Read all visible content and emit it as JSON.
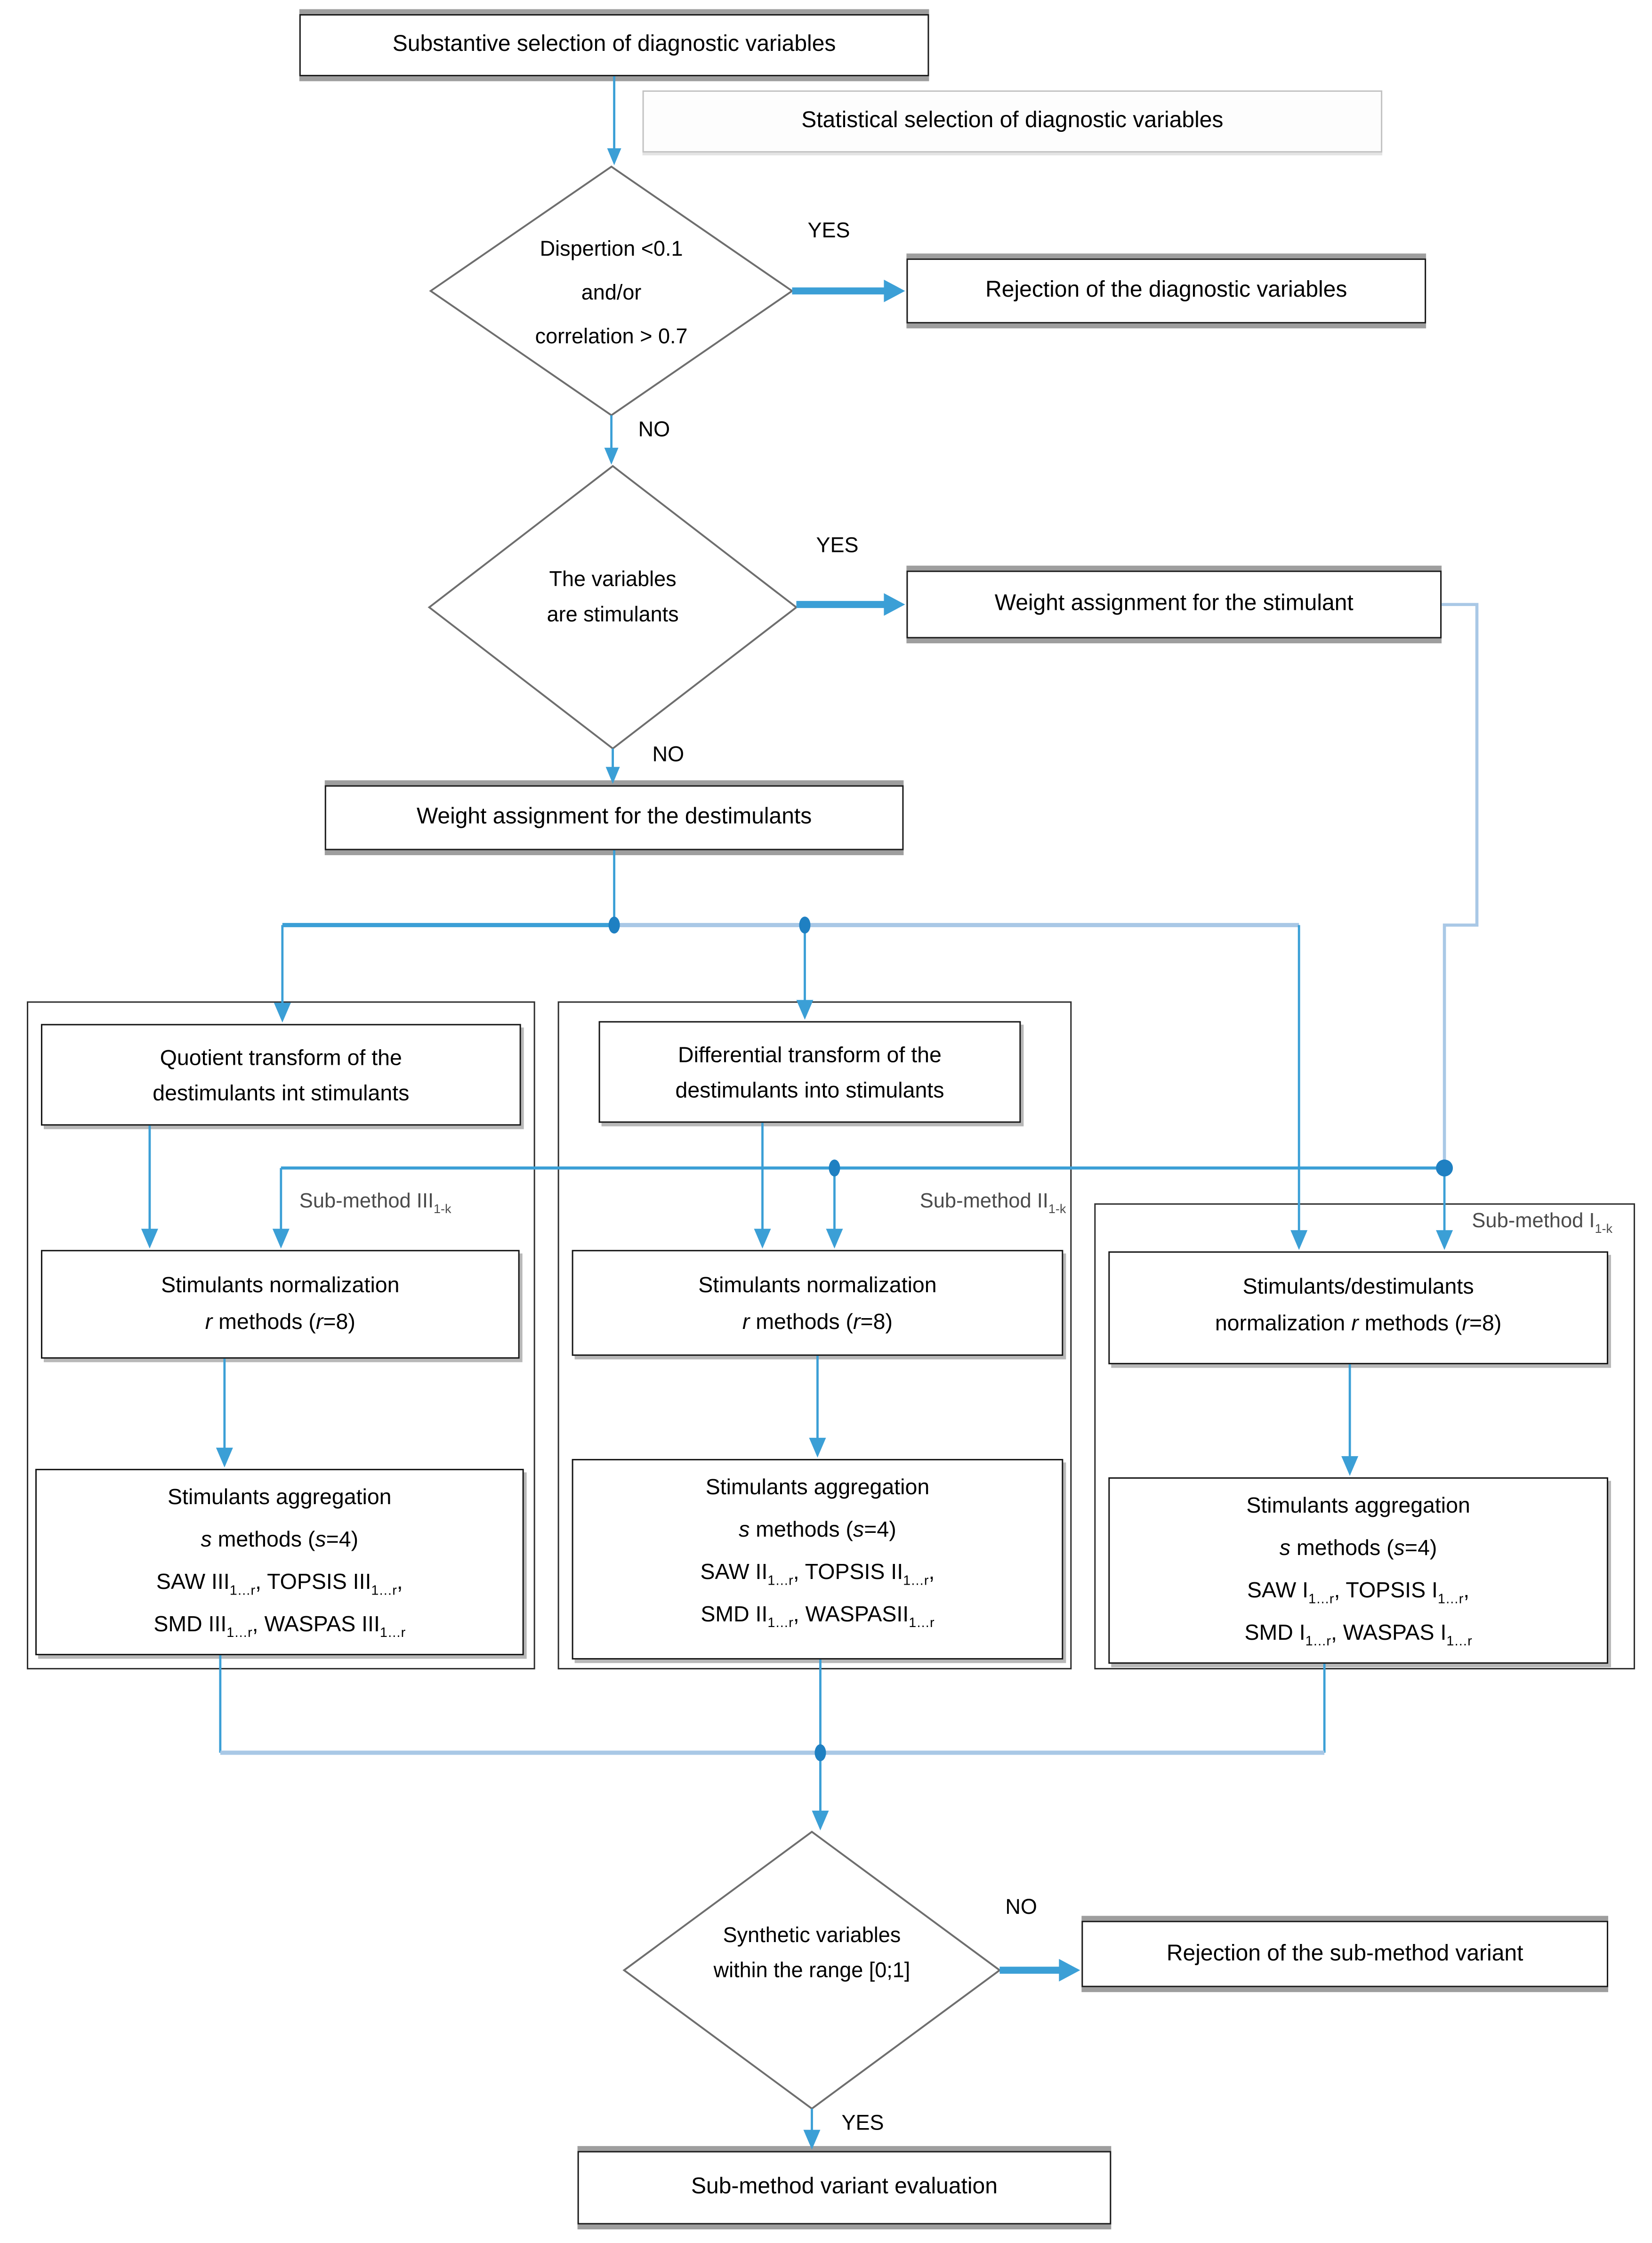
{
  "colors": {
    "connector": "#3b9fd6",
    "connector_pale": "#a9c8e6",
    "junction": "#1f80c2"
  },
  "nodes": {
    "substantive": {
      "label": "Substantive selection of diagnostic variables"
    },
    "statistical": {
      "label": "Statistical selection of diagnostic variables"
    },
    "decision_dispersion": {
      "lines": [
        "Dispertion <0.1",
        "and/or",
        "correlation > 0.7"
      ]
    },
    "reject_diagnostic": {
      "label": "Rejection of the diagnostic variables"
    },
    "decision_stimulants": {
      "lines": [
        "The variables",
        "are stimulants"
      ]
    },
    "weight_stimulant": {
      "label": "Weight assignment for the stimulant"
    },
    "weight_destimulants": {
      "label": "Weight assignment for the destimulants"
    },
    "quotient": {
      "lines": [
        "Quotient transform of the",
        "destimulants int stimulants"
      ]
    },
    "differential": {
      "lines": [
        "Differential transform of the",
        "destimulants into stimulants"
      ]
    },
    "norm_iii": {
      "lines": [
        "Stimulants normalization",
        "*r* methods (*r*=8)"
      ]
    },
    "norm_ii": {
      "lines": [
        "Stimulants normalization",
        "*r* methods (*r*=8)"
      ]
    },
    "norm_i": {
      "lines": [
        "Stimulants/destimulants",
        "normalization *r* methods (*r*=8)"
      ]
    },
    "agg_iii": {
      "lines": [
        "Stimulants aggregation",
        "*s* methods (*s*=4)",
        "SAW III~1…r~, TOPSIS III~1…r~,",
        "SMD III~1…r~, WASPAS III~1…r~"
      ]
    },
    "agg_ii": {
      "lines": [
        "Stimulants aggregation",
        "*s* methods (*s*=4)",
        "SAW II~1…r~, TOPSIS II~1…r~,",
        "SMD II~1…r~, WASPASII~1…r~"
      ]
    },
    "agg_i": {
      "lines": [
        "Stimulants aggregation",
        "*s* methods (*s*=4)",
        "SAW I~1…r~, TOPSIS I~1…r~,",
        "SMD I~1…r~, WASPAS I~1…r~"
      ]
    },
    "decision_range": {
      "lines": [
        "Synthetic variables",
        "within the range [0;1]"
      ]
    },
    "reject_variant": {
      "label": "Rejection of the sub-method variant"
    },
    "evaluation": {
      "label": "Sub-method variant evaluation"
    }
  },
  "edge_labels": {
    "yes_dispersion": "YES",
    "no_dispersion": "NO",
    "yes_stimulants": "YES",
    "no_stimulants": "NO",
    "no_range": "NO",
    "yes_range": "YES",
    "submethod_iii": "Sub-method III~1-k~",
    "submethod_ii": "Sub-method II~1-k~",
    "submethod_i": "Sub-method I~1-k~"
  }
}
